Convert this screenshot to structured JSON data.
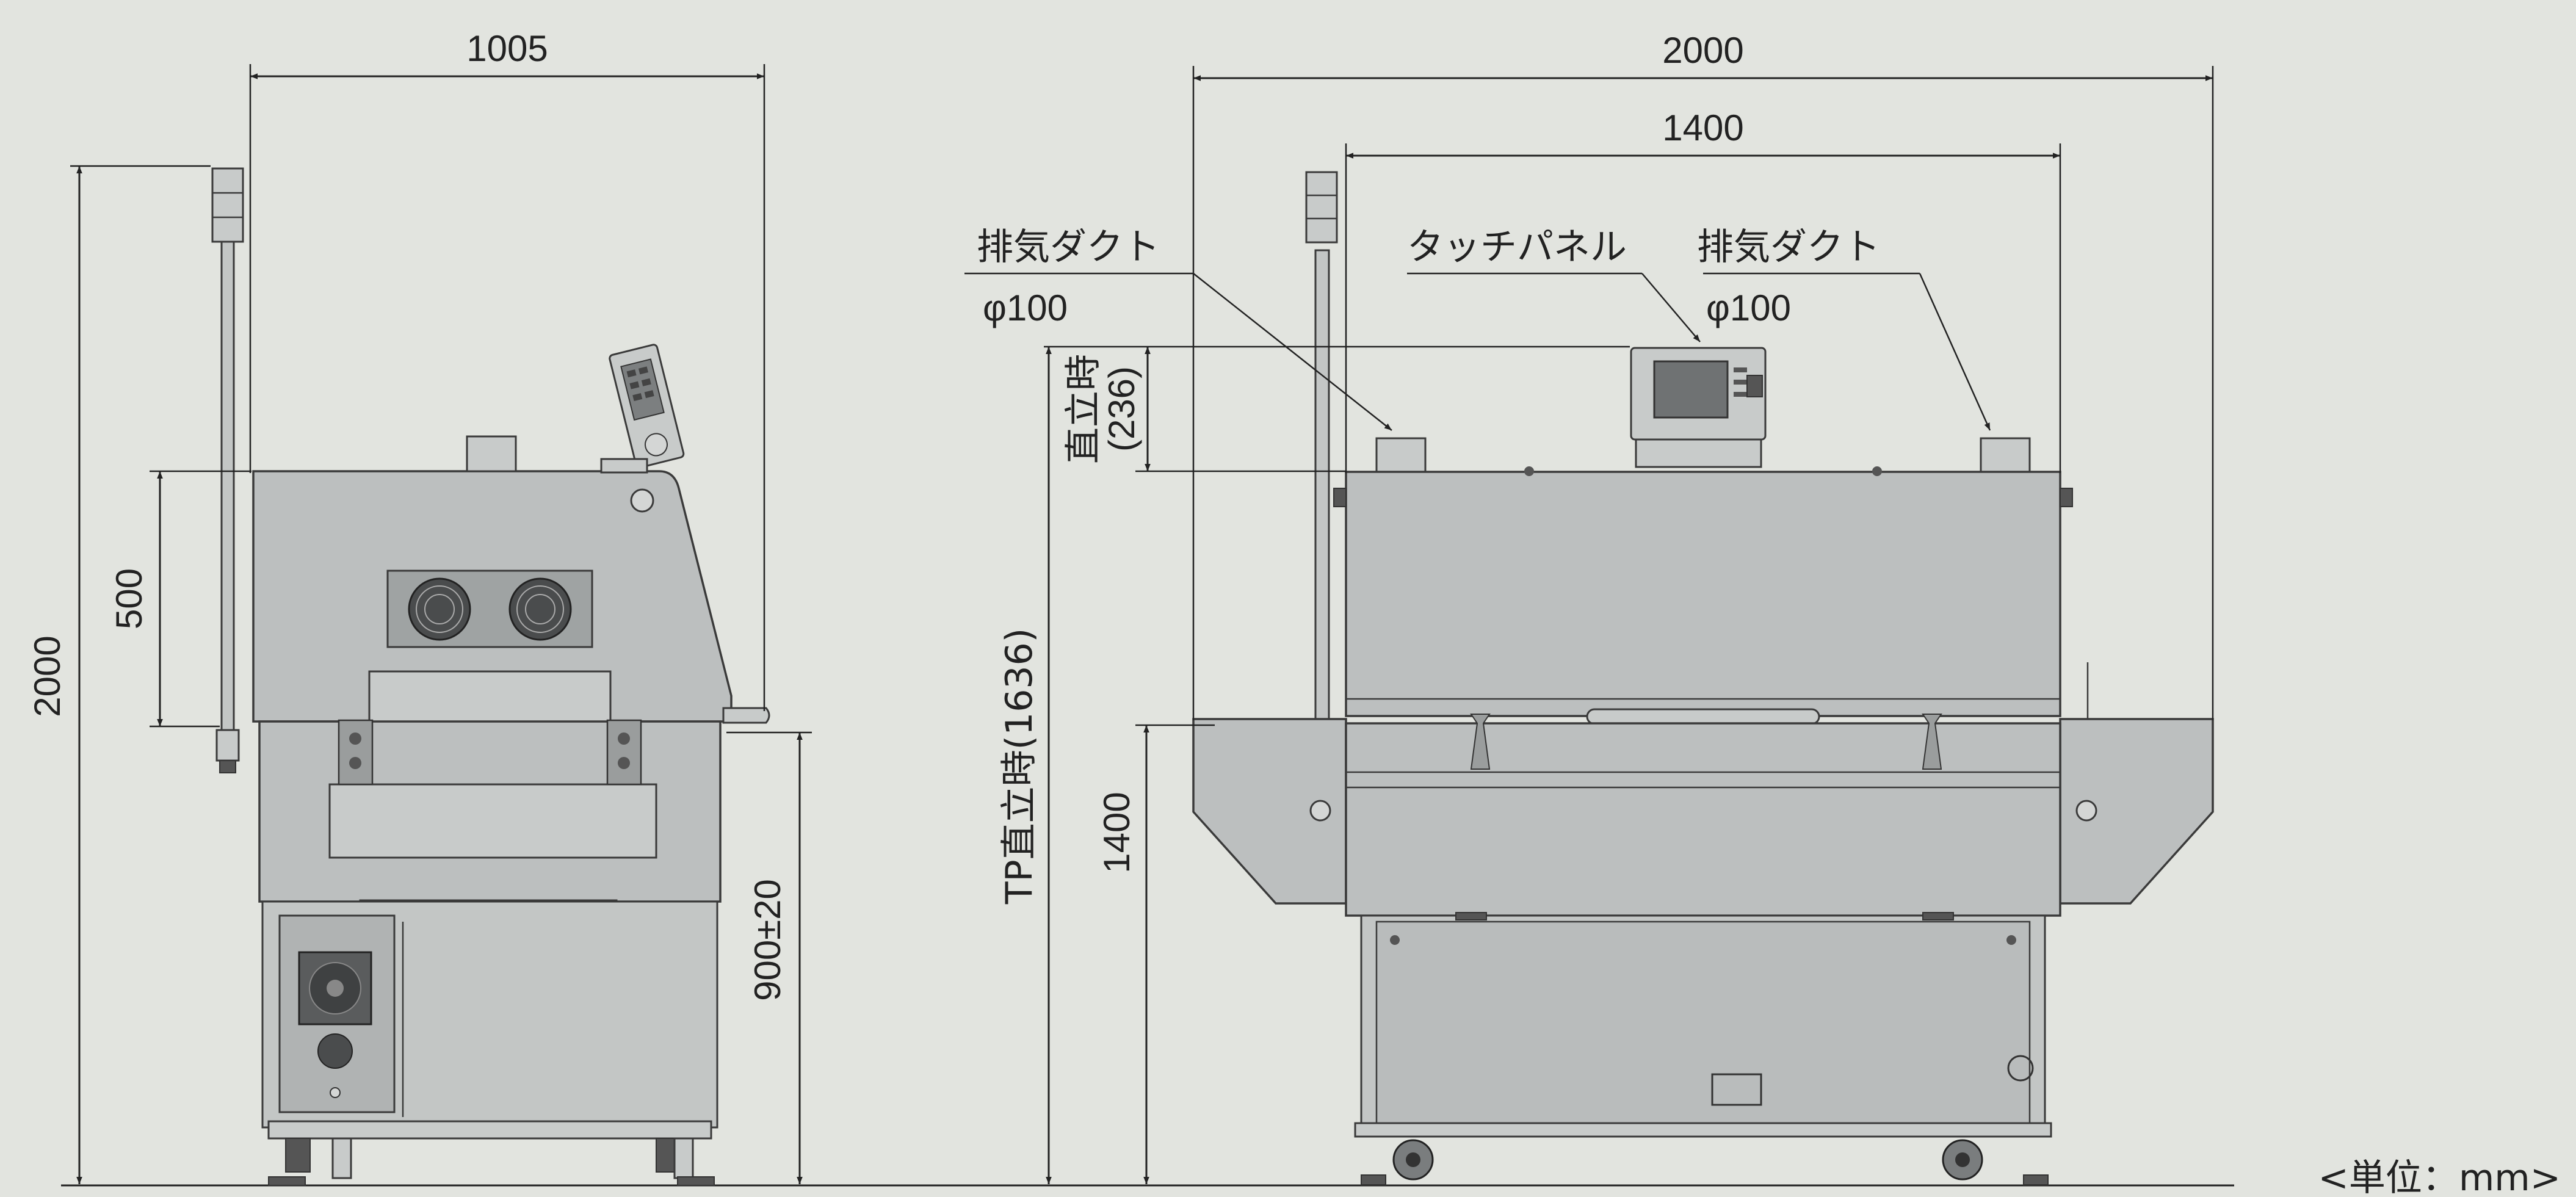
{
  "dimensions": {
    "side_width": "1005",
    "side_height": "2000",
    "side_upper": "500",
    "side_conveyor_height": "900±20",
    "front_width": "2000",
    "front_body_width": "1400",
    "tp_upright_label": "直立時",
    "tp_upright_value": "(236)",
    "tp_total": "TP直立時(1636)",
    "front_conveyor_height": "1400"
  },
  "labels": {
    "exhaust_duct_left": "排気ダクト",
    "exhaust_duct_left_size": "φ100",
    "touch_panel": "タッチパネル",
    "exhaust_duct_right": "排気ダクト",
    "exhaust_duct_right_size": "φ100"
  },
  "unit_note": "<単位：mm>",
  "colors": {
    "background": "#e2e4df",
    "machine_body": "#bcbfbf",
    "line": "#222222"
  }
}
